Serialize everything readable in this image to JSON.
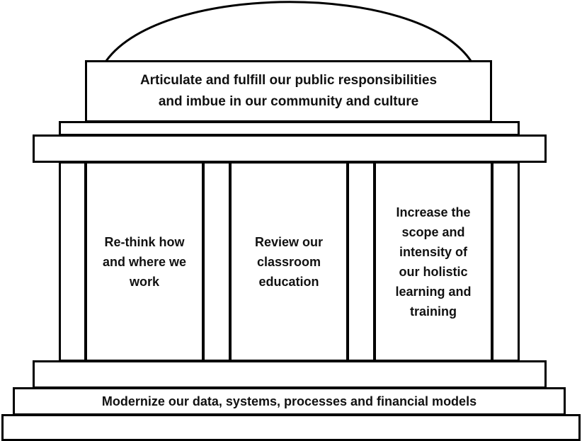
{
  "roof": {
    "line1": "Articulate and fulfill our public responsibilities",
    "line2": "and imbue in our community and culture"
  },
  "pillars": [
    {
      "lines": [
        "Re-think how",
        "and where we",
        "work"
      ]
    },
    {
      "lines": [
        "Review our",
        "classroom",
        "education"
      ]
    },
    {
      "lines": [
        "Increase the",
        "scope and",
        "intensity of",
        "our holistic",
        "learning and",
        "training"
      ]
    }
  ],
  "foundation": {
    "label": "Modernize our data, systems, processes and financial models"
  }
}
